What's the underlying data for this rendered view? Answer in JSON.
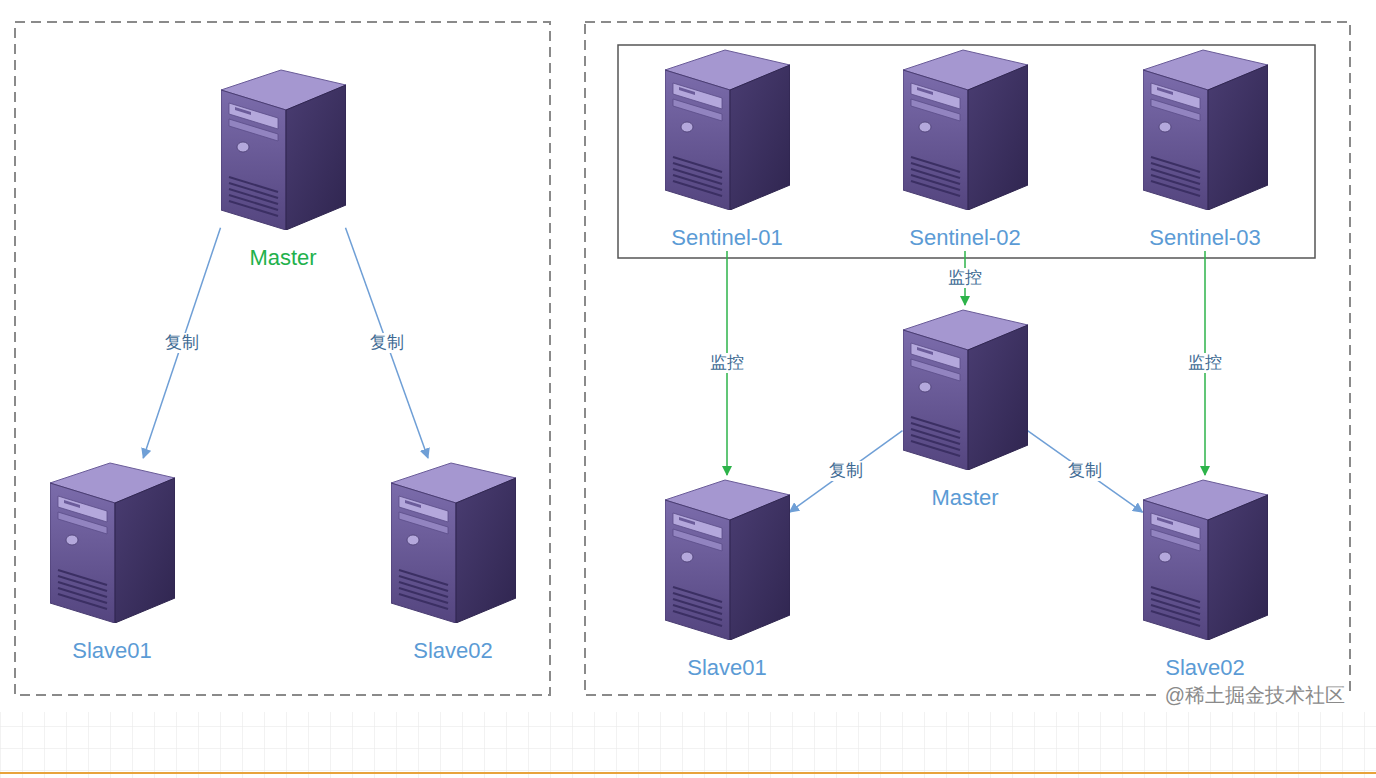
{
  "diagram": {
    "nodes": [
      {
        "text": [
          "Master"
        ]
      },
      {
        "text": [
          "Slave01"
        ]
      },
      {
        "text": [
          "Slave02"
        ]
      },
      {
        "text": [
          "Sentinel-01"
        ]
      },
      {
        "text": [
          "Sentinel-02"
        ]
      },
      {
        "text": [
          "Sentinel-03"
        ]
      },
      {
        "text": [
          "Master"
        ]
      },
      {
        "text": [
          "Slave01"
        ]
      },
      {
        "text": [
          "Slave02"
        ]
      }
    ],
    "edges": [
      {
        "from": 0,
        "to": 1,
        "label": "复制",
        "arrow": "to"
      },
      {
        "from": 0,
        "to": 2,
        "label": "复制",
        "arrow": "to"
      },
      {
        "from": 3,
        "to": 7,
        "label": "监控",
        "arrow": "to"
      },
      {
        "from": 4,
        "to": 6,
        "label": "监控",
        "arrow": "to"
      },
      {
        "from": 5,
        "to": 8,
        "label": "监控",
        "arrow": "to"
      },
      {
        "from": 6,
        "to": 7,
        "label": "复制",
        "arrow": "to"
      },
      {
        "from": 6,
        "to": 8,
        "label": "复制",
        "arrow": "to"
      }
    ],
    "labels": [
      "@稀土掘金技术社区"
    ]
  }
}
